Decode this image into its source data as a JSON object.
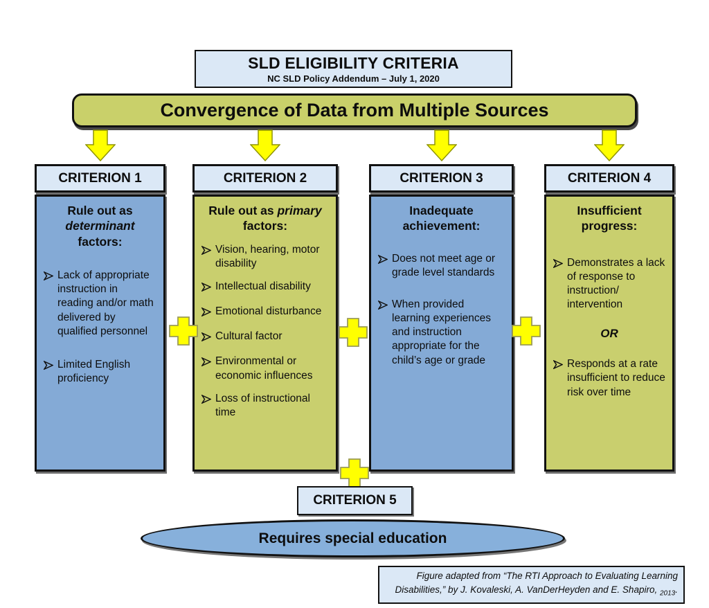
{
  "title_box": {
    "title": "SLD ELIGIBILITY CRITERIA",
    "subtitle": "NC SLD Policy Addendum – July 1, 2020"
  },
  "banner": {
    "label": "Convergence of Data from Multiple Sources"
  },
  "criteria": [
    {
      "header": "CRITERION 1",
      "heading_pre": "Rule out as ",
      "heading_em": "determinant",
      "heading_post": " factors:",
      "bullets": [
        "Lack of appropriate instruction in reading and/or math delivered by qualified personnel",
        "Limited English proficiency"
      ]
    },
    {
      "header": "CRITERION 2",
      "heading_pre": "Rule out as ",
      "heading_em": "primary",
      "heading_post": " factors:",
      "bullets": [
        "Vision, hearing, motor disability",
        "Intellectual disability",
        "Emotional disturbance",
        "Cultural factor",
        "Environmental or economic influences",
        "Loss of instructional time"
      ]
    },
    {
      "header": "CRITERION 3",
      "heading_pre": "Inadequate achievement:",
      "heading_em": "",
      "heading_post": "",
      "bullets": [
        "Does not meet age or grade level standards",
        "When provided learning experiences and instruction appropriate for the child’s age or grade"
      ]
    },
    {
      "header": "CRITERION 4",
      "heading_pre": "Insufficient progress:",
      "heading_em": "",
      "heading_post": "",
      "bullets": [
        "Demonstrates a lack of response to instruction/ intervention"
      ],
      "divider": "OR",
      "bullets_after": [
        "Responds at a rate insufficient to reduce risk over time"
      ]
    }
  ],
  "criterion5": {
    "header": "CRITERION 5"
  },
  "outcome": {
    "label": "Requires special education"
  },
  "citation": {
    "text": "Figure adapted from “The RTI Approach to Evaluating Learning Disabilities,” by J. Kovaleski, A. VanDerHeyden and E. Shapiro,",
    "year_subscript": "2013",
    "suffix": "."
  },
  "icons": {
    "down_arrow": "yellow block arrow pointing down",
    "plus_connector": "yellow plus / cross connector",
    "list_bullet": "➢"
  },
  "colors": {
    "panel_blue": "#84aad6",
    "panel_olive": "#c9cf6e",
    "header_fill": "#dbe8f6",
    "ellipse_blue": "#87b0db",
    "connector_yellow": "#ffff00",
    "border_black": "#111111"
  }
}
